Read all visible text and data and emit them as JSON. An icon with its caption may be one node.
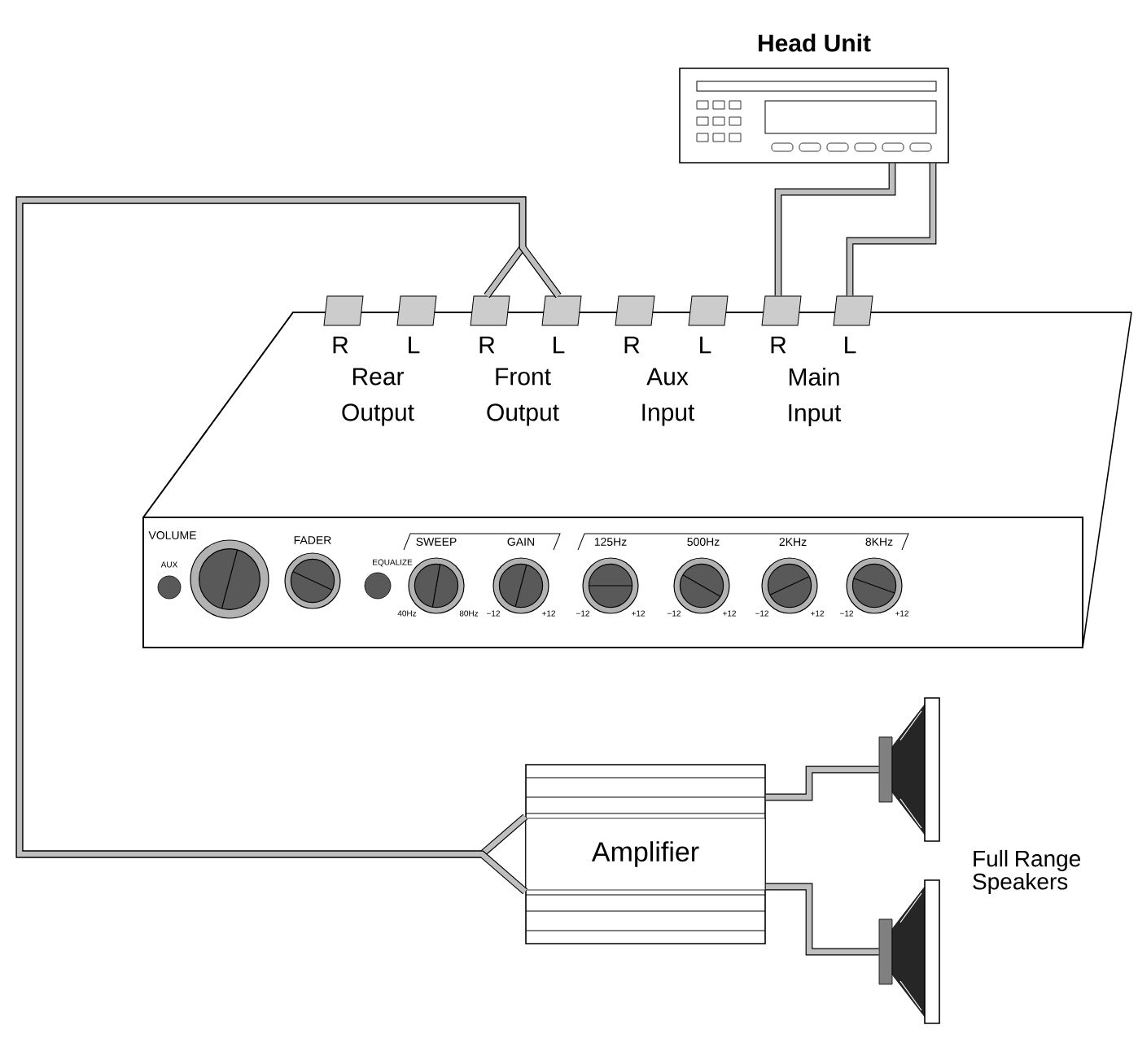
{
  "diagram": {
    "nodes": [
      {
        "text": [
          "Head Unit"
        ]
      },
      {
        "text": [],
        "shape": "box"
      },
      {
        "text": [],
        "shape": "box",
        "in": 1
      },
      {
        "text": [],
        "shape": "box",
        "in": 1
      },
      {
        "text": [],
        "shape": "box",
        "in": 1
      },
      {
        "text": [],
        "shape": "box",
        "in": 1
      },
      {
        "text": [],
        "shape": "box",
        "in": 1
      },
      {
        "text": [],
        "shape": "box",
        "in": 1
      },
      {
        "text": [],
        "shape": "box",
        "in": 1
      },
      {
        "text": [],
        "shape": "box",
        "in": 1
      },
      {
        "text": [
          "Amplifier"
        ]
      },
      {
        "text": [],
        "shape": "picture"
      },
      {
        "text": [],
        "shape": "picture"
      }
    ],
    "edges": [
      {
        "from": 0,
        "to": 8,
        "arrow": "none"
      },
      {
        "from": 0,
        "to": 9,
        "arrow": "none"
      },
      {
        "from": 4,
        "to": 10,
        "arrow": "none"
      },
      {
        "from": 5,
        "to": 10,
        "arrow": "none"
      },
      {
        "from": 10,
        "to": 11,
        "arrow": "none"
      },
      {
        "from": 10,
        "to": 12,
        "arrow": "none"
      }
    ],
    "labels": [
      "R",
      "L",
      "R",
      "L",
      "R",
      "L",
      "R",
      "L",
      "Rear Output",
      "Front Output",
      "Aux Input",
      "Main Input",
      "VOLUME",
      "AUX",
      "FADER",
      "EQUALIZE",
      "SWEEP",
      "GAIN",
      "125Hz",
      "500Hz",
      "2KHz",
      "8KHz",
      "40Hz",
      "80Hz",
      "−12",
      "+12",
      "−12",
      "+12",
      "−12",
      "+12",
      "−12",
      "+12",
      "−12",
      "+12",
      "Full Range Speakers"
    ]
  }
}
